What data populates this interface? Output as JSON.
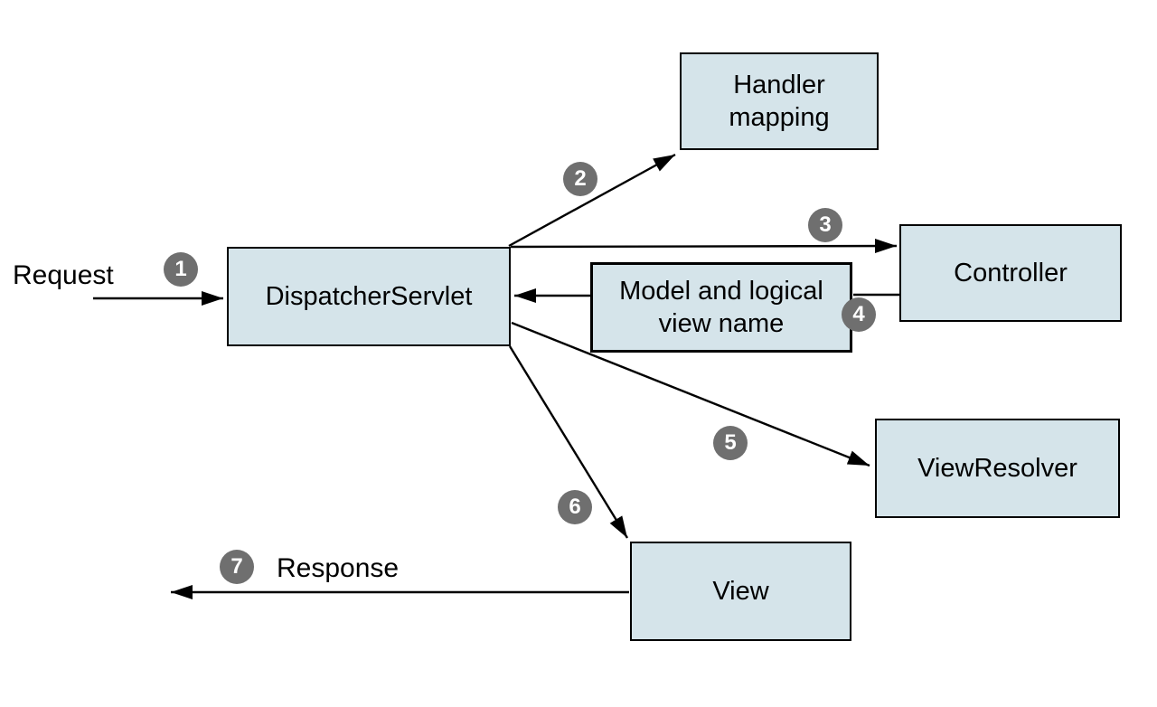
{
  "diagram": {
    "type": "flow-diagram",
    "nodes": {
      "handler_mapping": "Handler\nmapping",
      "dispatcher_servlet": "DispatcherServlet",
      "controller": "Controller",
      "model_and_view": "Model and logical\nview name",
      "view_resolver": "ViewResolver",
      "view": "View"
    },
    "labels": {
      "request": "Request",
      "response": "Response"
    },
    "steps": [
      "1",
      "2",
      "3",
      "4",
      "5",
      "6",
      "7"
    ],
    "colors": {
      "node_fill": "#d5e4ea",
      "node_border": "#000000",
      "badge_fill": "#6f6f6f",
      "badge_text": "#ffffff",
      "arrow": "#000000",
      "background": "#ffffff"
    }
  }
}
